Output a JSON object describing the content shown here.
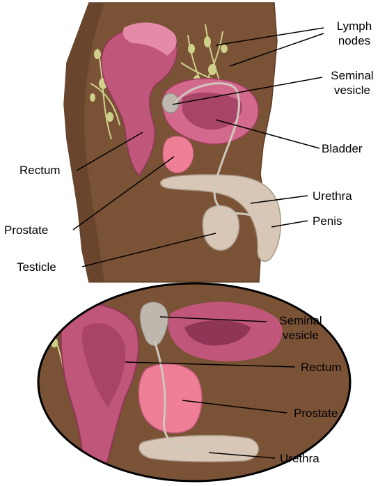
{
  "colors": {
    "skin": "#7a5236",
    "skin_dark": "#5e3e27",
    "rectum": "#c0577a",
    "bladder": "#d36a8e",
    "prostate": "#ee7f96",
    "penis": "#d8c7b6",
    "lymph": "#cfd08a",
    "vesicle": "#bdb7ae",
    "leader": "#000000"
  },
  "top_view": {
    "labels": {
      "lymph_nodes_line1": "Lymph",
      "lymph_nodes_line2": "nodes",
      "seminal_vesicle_line1": "Seminal",
      "seminal_vesicle_line2": "vesicle",
      "bladder": "Bladder",
      "rectum": "Rectum",
      "urethra": "Urethra",
      "prostate": "Prostate",
      "penis": "Penis",
      "testicle": "Testicle"
    }
  },
  "bottom_view": {
    "labels": {
      "seminal_vesicle_line1": "Seminal",
      "seminal_vesicle_line2": "vesicle",
      "rectum": "Rectum",
      "prostate": "Prostate",
      "urethra": "Urethra"
    }
  }
}
